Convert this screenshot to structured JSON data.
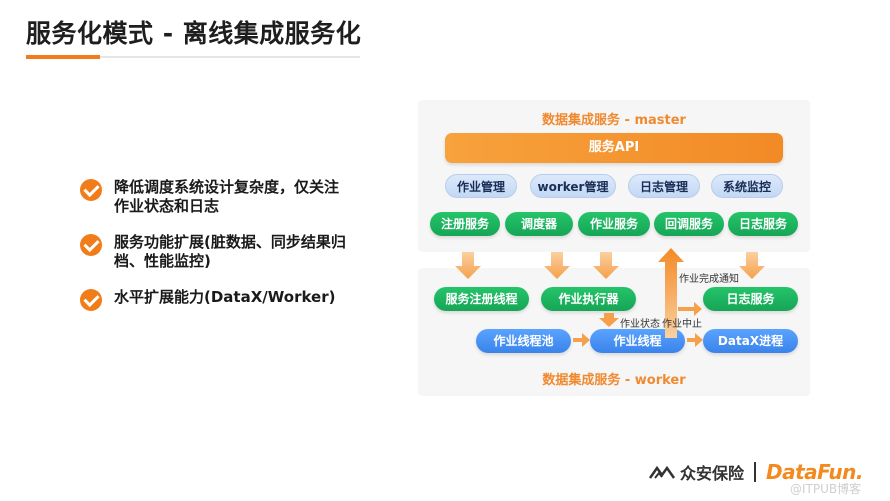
{
  "title": "服务化模式 - 离线集成服务化",
  "bullets": [
    {
      "icon": "check-icon",
      "text_lines": [
        "降低调度系统设计复杂度，仅关注",
        "作业状态和日志"
      ]
    },
    {
      "icon": "check-icon",
      "text_lines": [
        "服务功能扩展(脏数据、同步结果归",
        "档、性能监控)"
      ]
    },
    {
      "icon": "check-icon",
      "text_lines": [
        "水平扩展能力(DataX/Worker)"
      ]
    }
  ],
  "master": {
    "title": "数据集成服务 - master",
    "api": "服务API",
    "row1": [
      "作业管理",
      "worker管理",
      "日志管理",
      "系统监控"
    ],
    "row2": [
      "注册服务",
      "调度器",
      "作业服务",
      "回调服务",
      "日志服务"
    ]
  },
  "worker": {
    "title": "数据集成服务 - worker",
    "row1": [
      "服务注册线程",
      "作业执行器",
      "日志服务"
    ],
    "row2": [
      "作业线程池",
      "作业线程",
      "DataX进程"
    ]
  },
  "notes": {
    "job_done": "作业完成通知",
    "job_status": "作业状态",
    "job_stop": "作业中止"
  },
  "colors": {
    "accent": "#f07d1a",
    "green": "#16a556",
    "blue": "#3a83ea"
  },
  "footer": {
    "brand1": "众安保险",
    "brand2": "DataFun.",
    "watermark": "@ITPUB博客"
  }
}
